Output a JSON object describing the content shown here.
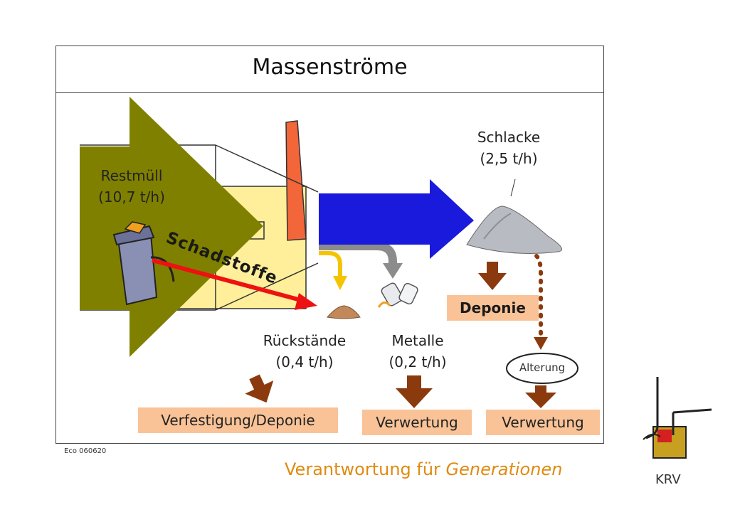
{
  "title": "Massenströme",
  "input": {
    "name": "Restmüll",
    "rate": "(10,7 t/h)"
  },
  "pollutants_label": "Schadstoffe",
  "outputs": {
    "slag": {
      "name": "Schlacke",
      "rate": "(2,5 t/h)",
      "destination": "Deponie"
    },
    "residues": {
      "name": "Rückstände",
      "rate": "(0,4 t/h)",
      "destination": "Verfestigung/Deponie"
    },
    "metals": {
      "name": "Metalle",
      "rate": "(0,2 t/h)",
      "destination": "Verwertung"
    },
    "aging": {
      "label": "Alterung",
      "destination": "Verwertung"
    }
  },
  "footer": {
    "code": "Eco 060620",
    "tagline_plain": "Verantwortung für ",
    "tagline_italic": "Generationen",
    "logo_text": "KRV"
  },
  "colors": {
    "input_arrow": "#808000",
    "main_flow_arrow": "#1a1adc",
    "metal_arrow": "#8c8c8c",
    "residue_arrow": "#f5c400",
    "pollutant_arrow": "#ee1111",
    "output_arrows": "#8b3a0e",
    "box_fill": "#f9c397",
    "factory_wall": "#ffef9a",
    "chimney": "#f2663a"
  },
  "icons": [
    "trash-can-icon",
    "factory-icon",
    "slag-pile-icon",
    "residue-pile-icon",
    "metal-cans-icon",
    "krv-logo-icon"
  ]
}
